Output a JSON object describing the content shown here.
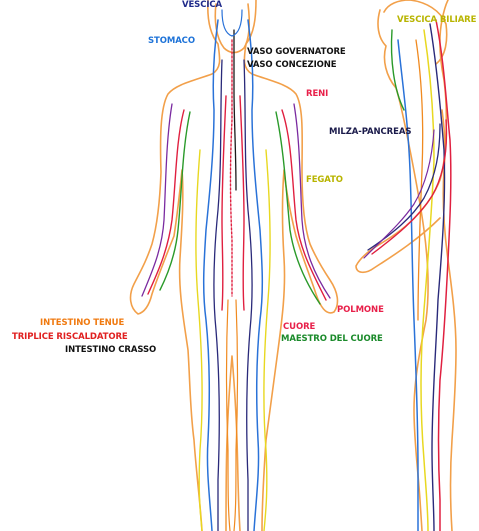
{
  "diagram": {
    "labels": [
      {
        "id": "vescica",
        "text": "VESCICA",
        "color": "#1f2a8a"
      },
      {
        "id": "stomaco",
        "text": "STOMACO",
        "color": "#1e73d8"
      },
      {
        "id": "vaso-governatore",
        "text": "VASO GOVERNATORE",
        "color": "#111111"
      },
      {
        "id": "vaso-concezione",
        "text": "VASO CONCEZIONE",
        "color": "#111111"
      },
      {
        "id": "reni",
        "text": "RENI",
        "color": "#e8204a"
      },
      {
        "id": "milza-pancreas",
        "text": "MILZA-PANCREAS",
        "color": "#1a1a4a"
      },
      {
        "id": "fegato",
        "text": "FEGATO",
        "color": "#b8b400"
      },
      {
        "id": "vescica-biliare",
        "text": "VESCICA BILIARE",
        "color": "#b8b400"
      },
      {
        "id": "intestino-tenue",
        "text": "INTESTINO TENUE",
        "color": "#f07a10"
      },
      {
        "id": "triplice-riscaldatore",
        "text": "TRIPLICE RISCALDATORE",
        "color": "#e02020"
      },
      {
        "id": "intestino-crasso",
        "text": "INTESTINO CRASSO",
        "color": "#111111"
      },
      {
        "id": "polmone",
        "text": "POLMONE",
        "color": "#e8204a"
      },
      {
        "id": "cuore",
        "text": "CUORE",
        "color": "#e8204a"
      },
      {
        "id": "maestro-del-cuore",
        "text": "MAESTRO DEL CUORE",
        "color": "#1a8a2a"
      }
    ],
    "meridian_colors": {
      "outline": "#f2a04a",
      "blue": "#2a72d8",
      "navy": "#2a2a7a",
      "red": "#e02040",
      "green": "#2a9a2a",
      "yellow": "#e8d820",
      "purple": "#7a2aa0",
      "orange": "#f08a20",
      "black": "#1a1a1a"
    }
  }
}
